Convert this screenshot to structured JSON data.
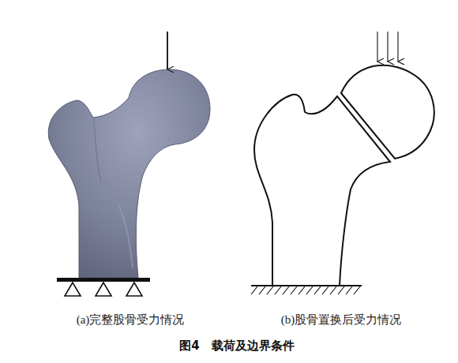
{
  "diagram": {
    "caption": "图4　载荷及边界条件",
    "labels": [
      "(a)完整股骨受力情况",
      "(b)股骨置换后受力情况"
    ]
  }
}
